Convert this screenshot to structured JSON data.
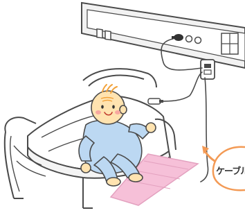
{
  "illustration": {
    "cable_label": "ケーブル",
    "palette": {
      "panel_fill": "#f2f2f2",
      "outline": "#4a4a4a",
      "mat_fill": "#f6c0d8",
      "mat_stroke": "#e3a1bf",
      "pajama_fill": "#bcd8f2",
      "skin_fill": "#ffe3b0",
      "cheek": "#f7a8a0",
      "hair": "#f2a23a",
      "callout_arrow": "#f39a55"
    },
    "icons": [
      "wall-panel",
      "wall-outlet",
      "bed",
      "patient",
      "sensor-mat",
      "cable",
      "callout-arrow"
    ]
  }
}
